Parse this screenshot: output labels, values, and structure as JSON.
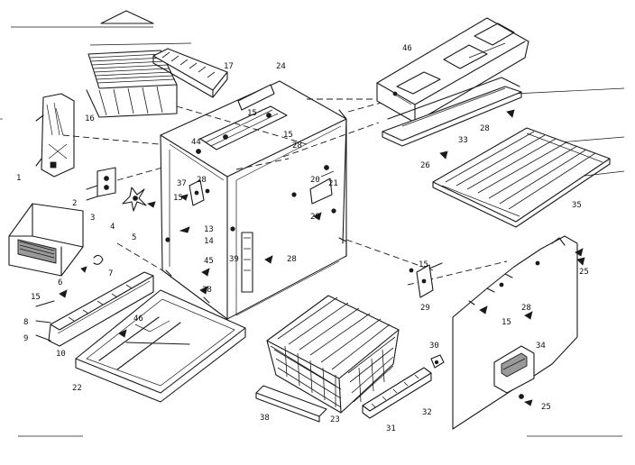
{
  "diagram": {
    "part_labels": {
      "p1": "1",
      "p2": "2",
      "p3": "3",
      "p4": "4",
      "p5": "5",
      "p6": "6",
      "p7": "7",
      "p8": "8",
      "p9": "9",
      "p10": "10",
      "p13": "13",
      "p14": "14",
      "p15a": "15",
      "p15b": "15",
      "p15c": "15",
      "p15d": "15",
      "p15e": "15",
      "p15f": "15",
      "p16": "16",
      "p17": "17",
      "p20": "20",
      "p21": "21",
      "p22": "22",
      "p23": "23",
      "p24": "24",
      "p25a": "25",
      "p25b": "25",
      "p26": "26",
      "p28a": "28",
      "p28b": "28",
      "p28c": "28",
      "p28d": "28",
      "p28e": "28",
      "p28f": "28",
      "p28g": "28",
      "p29": "29",
      "p30": "30",
      "p31": "31",
      "p32": "32",
      "p33": "33",
      "p34": "34",
      "p35": "35",
      "p37": "37",
      "p38": "38",
      "p39": "39",
      "p44": "44",
      "p45": "45",
      "p46a": "46",
      "p46b": "46"
    }
  }
}
